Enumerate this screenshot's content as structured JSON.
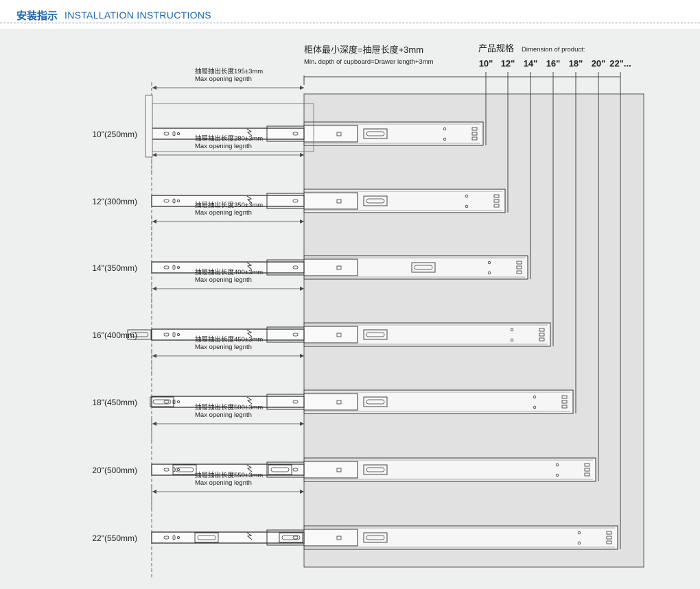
{
  "header": {
    "title_zh": "安装指示",
    "title_en": "INSTALLATION INSTRUCTIONS"
  },
  "cabinet": {
    "depth_zh": "柜体最小深度=抽屉长度+3mm",
    "depth_en_prefix": "Min",
    "depth_en_rest": " depth of cupboard=Drawer length+3mm",
    "dimension_zh": "产品规格",
    "dimension_en": "Dimension of product:",
    "sizes": [
      "10\"",
      "12\"",
      "14\"",
      "16\"",
      "18\"",
      "20\"",
      "22\"..."
    ]
  },
  "opening_en": "Max opening legnth",
  "rows": [
    {
      "size_label": "10\"(250mm)",
      "opening_zh": "抽屉抽出长度195±3mm"
    },
    {
      "size_label": "12\"(300mm)",
      "opening_zh": "抽屉抽出长度280±3mm"
    },
    {
      "size_label": "14\"(350mm)",
      "opening_zh": "抽屉抽出长度350±3mm"
    },
    {
      "size_label": "16\"(400mm)",
      "opening_zh": "抽屉抽出长度400±3mm"
    },
    {
      "size_label": "18\"(450mm)",
      "opening_zh": "抽屉抽出长度450±3mm"
    },
    {
      "size_label": "20\"(500mm)",
      "opening_zh": "抽屉抽出长度500±3mm"
    },
    {
      "size_label": "22\"(550mm)",
      "opening_zh": "抽屉抽出长度550±3mm"
    }
  ],
  "colors": {
    "title_blue": "#1a63ad",
    "cabinet_gray": "#e1e1e1",
    "line": "#333333"
  }
}
